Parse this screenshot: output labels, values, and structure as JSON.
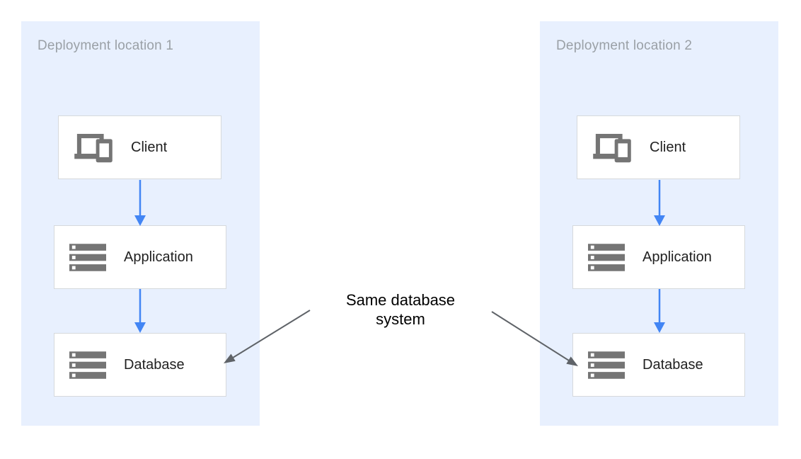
{
  "diagram": {
    "panels": [
      {
        "title": "Deployment location 1",
        "nodes": [
          {
            "label": "Client",
            "icon": "client-devices-icon"
          },
          {
            "label": "Application",
            "icon": "server-stack-icon"
          },
          {
            "label": "Database",
            "icon": "server-stack-icon"
          }
        ]
      },
      {
        "title": "Deployment location 2",
        "nodes": [
          {
            "label": "Client",
            "icon": "client-devices-icon"
          },
          {
            "label": "Application",
            "icon": "server-stack-icon"
          },
          {
            "label": "Database",
            "icon": "server-stack-icon"
          }
        ]
      }
    ],
    "annotation": {
      "text": "Same database system"
    },
    "colors": {
      "panel_bg": "#e8f0fe",
      "panel_title": "#9aa0a6",
      "box_bg": "#ffffff",
      "box_border": "#d6d9dc",
      "icon_gray": "#757575",
      "label_text": "#212121",
      "flow_arrow_blue": "#4285f4",
      "annotation_arrow_gray": "#5f6368",
      "annotation_text": "#000000"
    }
  }
}
